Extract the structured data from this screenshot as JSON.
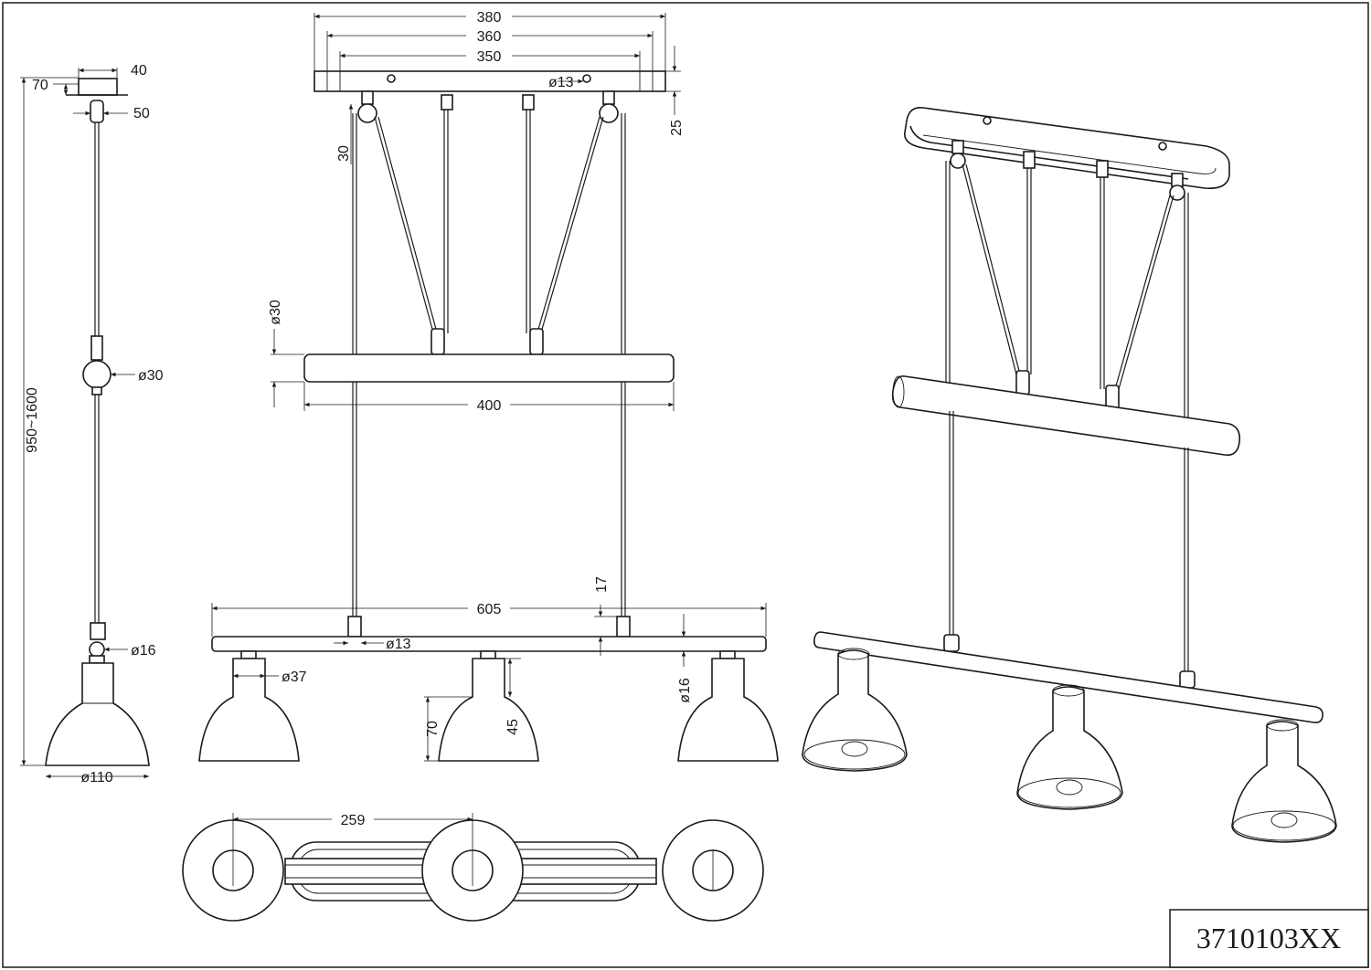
{
  "drawing": {
    "model_number": "3710103XX",
    "side_view": {
      "canopy_width": "40",
      "canopy_offset": "70",
      "hook_width": "50",
      "weight_diameter": "ø30",
      "joint_diameter": "ø16",
      "shade_diameter": "ø110",
      "total_height": "950~1600"
    },
    "front_view": {
      "plate_outer": "380",
      "plate_mid": "360",
      "plate_inner": "350",
      "pulley_hole": "ø13",
      "plate_height": "25",
      "pulley_drop": "30",
      "bar_diameter": "ø30",
      "bar_length": "400",
      "lamp_bar_length": "605",
      "wire_end": "17",
      "bar_hole": "ø13",
      "lamp_bar_diameter": "ø16",
      "socket_diameter": "ø37",
      "shade_height": "70",
      "socket_height": "45"
    },
    "top_view": {
      "spacing": "259"
    }
  }
}
